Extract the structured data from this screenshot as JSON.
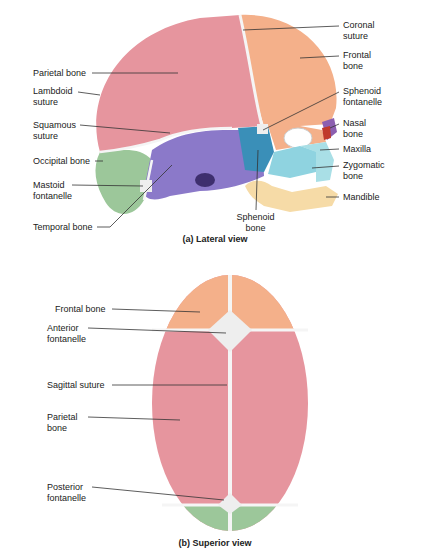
{
  "diagram": {
    "labels": [
      "Coronal suture",
      "Frontal bone",
      "Parietal bone",
      "Lambdoid suture",
      "Sphenoid fontanelle",
      "Squamous suture",
      "Nasal bone",
      "Maxilla",
      "Occipital bone",
      "Zygomatic bone",
      "Mastoid fontanelle",
      "Mandible",
      "Temporal bone",
      "Sphenoid bone",
      "(a) Lateral view",
      "Frontal bone",
      "Anterior fontanelle",
      "Sagittal suture",
      "Parietal bone",
      "Posterior fontanelle",
      "(b) Superior view"
    ]
  }
}
